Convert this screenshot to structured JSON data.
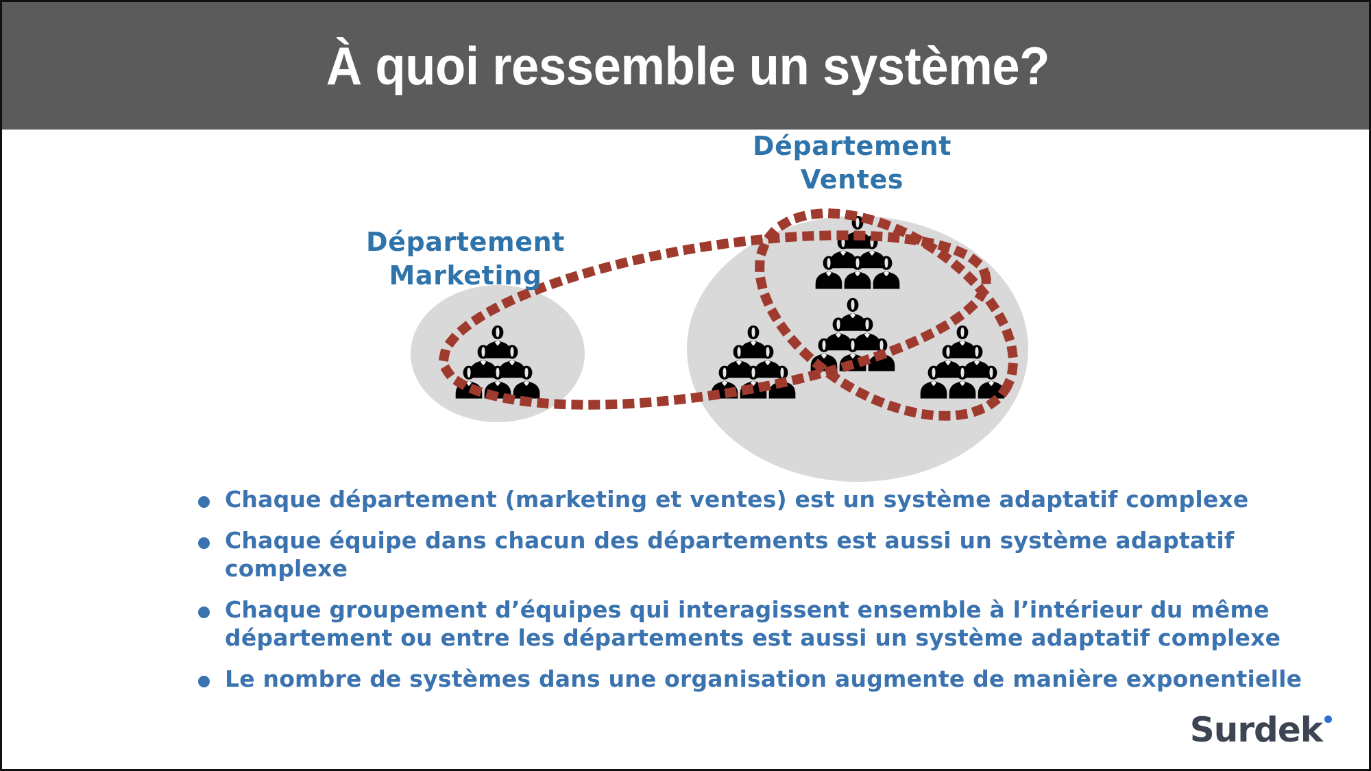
{
  "slide": {
    "title": "À quoi ressemble un système?",
    "background_color": "#ffffff",
    "title_bar_color": "#5b5b5b",
    "title_text_color": "#ffffff"
  },
  "diagram": {
    "accent_blue": "#2f73ab",
    "group_fill": "#d9d9d9",
    "dotted_outline_color": "#9e3b2e",
    "person_icon_color": "#000000",
    "departments": [
      {
        "name": "marketing",
        "label_line1": "Département",
        "label_line2": "Marketing",
        "team_count": 1,
        "people_per_team": 6
      },
      {
        "name": "ventes",
        "label_line1": "Département",
        "label_line2": "Ventes",
        "team_count": 4,
        "people_per_team": 6
      }
    ],
    "dotted_systems": [
      {
        "name": "cross-department-system",
        "spans": [
          "marketing",
          "ventes-top-team"
        ]
      },
      {
        "name": "ventes-internal-system",
        "spans": [
          "ventes-top-team",
          "ventes-right-team"
        ]
      }
    ]
  },
  "bullets": [
    {
      "text": "Chaque département (marketing et ventes) est un système adaptatif complexe"
    },
    {
      "text": "Chaque équipe dans chacun des départements est aussi un système adaptatif complexe"
    },
    {
      "text": "Chaque groupement d’équipes qui interagissent ensemble à l’intérieur du même département ou entre les départements est aussi un système adaptatif complexe"
    },
    {
      "text": "Le nombre de systèmes dans une organisation augmente de manière exponentielle"
    }
  ],
  "logo": {
    "word": "Surdek",
    "word_color": "#3d4552",
    "dot_color": "#2f6fd0"
  }
}
